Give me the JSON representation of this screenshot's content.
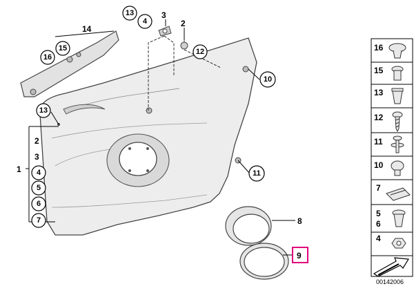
{
  "callouts": {
    "c1": "1",
    "c2": "2",
    "c3": "3",
    "c4": "4",
    "c5": "5",
    "c6": "6",
    "c7": "7",
    "c8": "8",
    "c9": "9",
    "c10": "10",
    "c11": "11",
    "c12": "12",
    "c13a": "13",
    "c13b": "13",
    "c14": "14",
    "c15": "15",
    "c16": "16",
    "top3": "3",
    "top2": "2",
    "top4": "4",
    "g2": "2",
    "g3": "3",
    "g4": "4",
    "g5": "5",
    "g6": "6",
    "g7": "7"
  },
  "legend": [
    "16",
    "15",
    "13",
    "12",
    "11",
    "10",
    "7",
    "5",
    "6",
    "4"
  ],
  "highlight_color": "#e0007a",
  "document_number": "00142006"
}
